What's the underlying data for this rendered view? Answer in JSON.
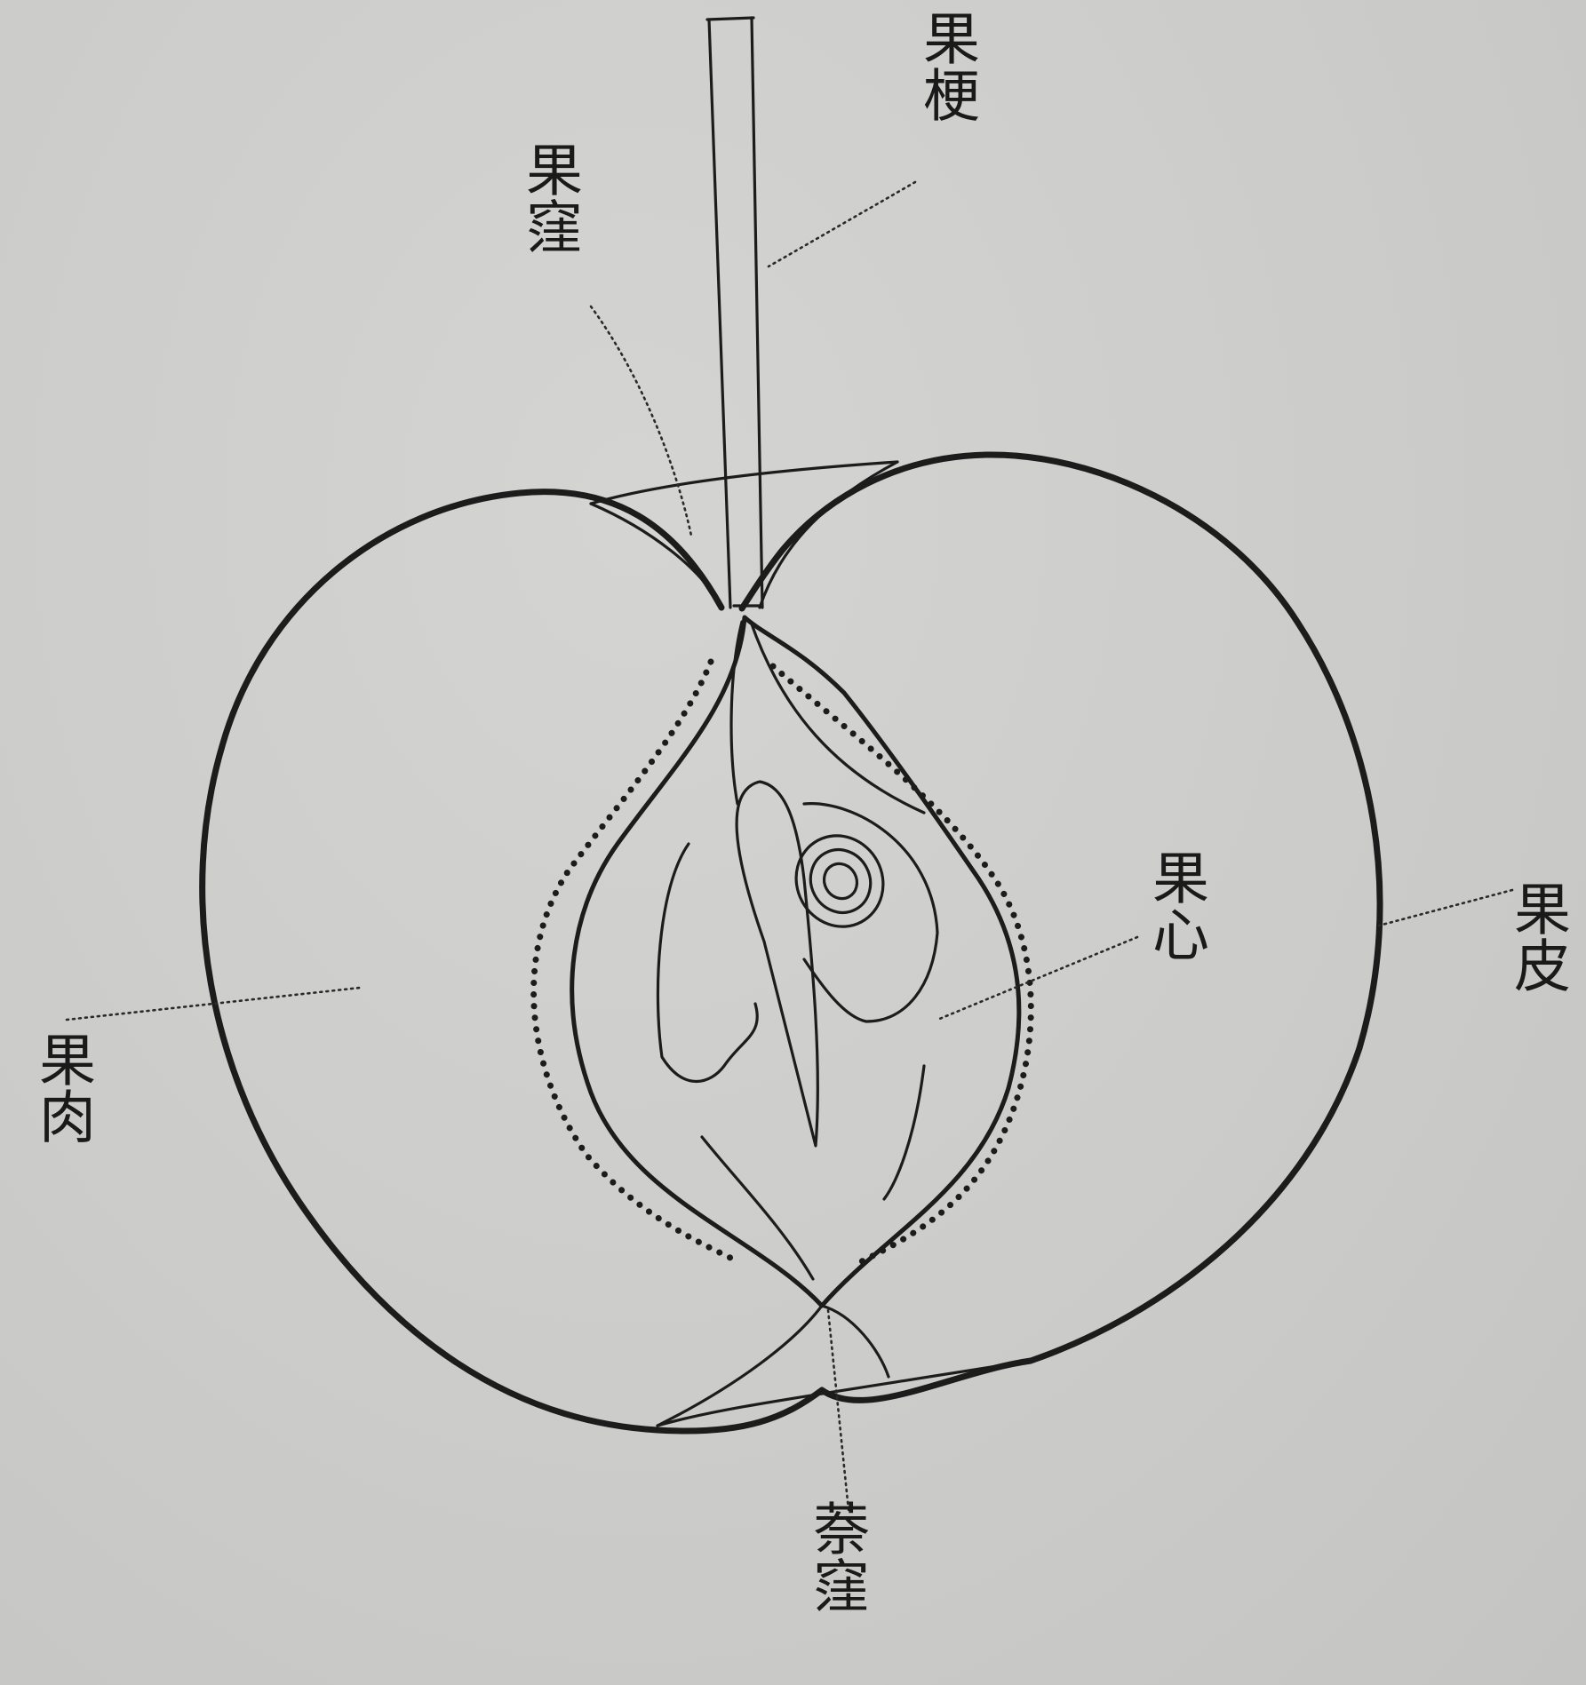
{
  "labels": {
    "stalk": "果梗",
    "stalk_cavity": "果窪",
    "core": "果心",
    "skin": "果皮",
    "flesh": "果肉",
    "calyx_basin": "萘窪"
  },
  "colors": {
    "paper": "#cdcdcb",
    "ink": "#1c1c1c"
  }
}
